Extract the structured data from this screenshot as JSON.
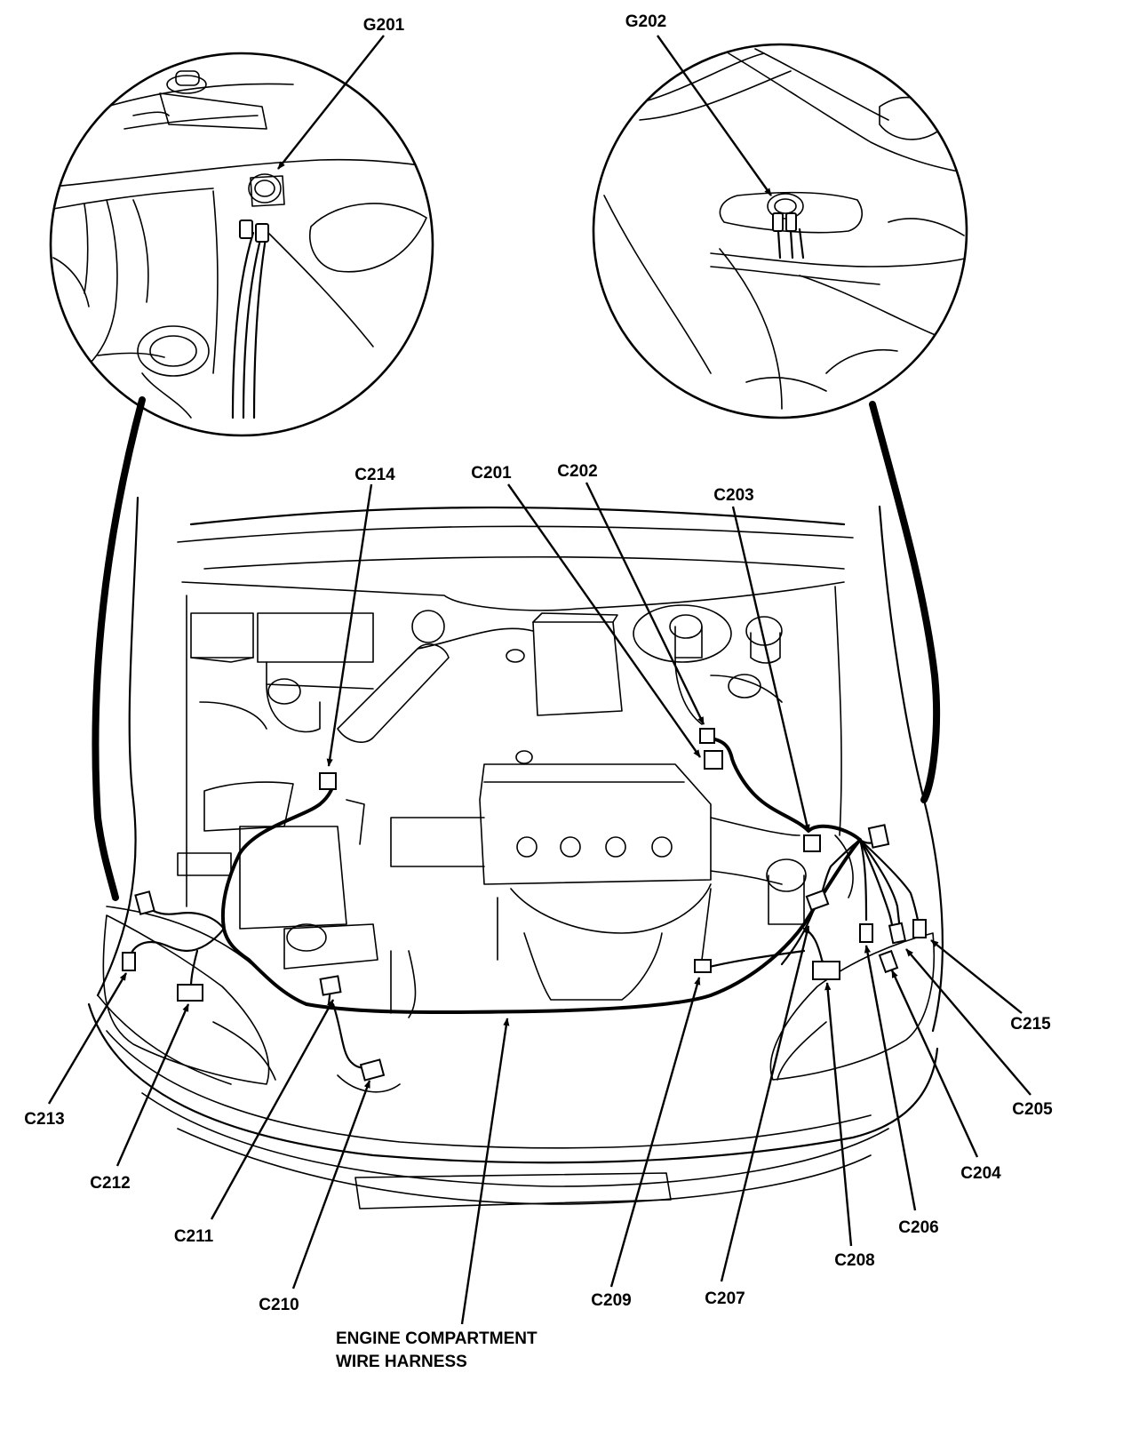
{
  "grounds": [
    {
      "id": "g201",
      "label": "G201"
    },
    {
      "id": "g202",
      "label": "G202"
    }
  ],
  "connectors": [
    {
      "id": "c201",
      "label": "C201"
    },
    {
      "id": "c202",
      "label": "C202"
    },
    {
      "id": "c203",
      "label": "C203"
    },
    {
      "id": "c204",
      "label": "C204"
    },
    {
      "id": "c205",
      "label": "C205"
    },
    {
      "id": "c206",
      "label": "C206"
    },
    {
      "id": "c207",
      "label": "C207"
    },
    {
      "id": "c208",
      "label": "C208"
    },
    {
      "id": "c209",
      "label": "C209"
    },
    {
      "id": "c210",
      "label": "C210"
    },
    {
      "id": "c211",
      "label": "C211"
    },
    {
      "id": "c212",
      "label": "C212"
    },
    {
      "id": "c213",
      "label": "C213"
    },
    {
      "id": "c214",
      "label": "C214"
    },
    {
      "id": "c215",
      "label": "C215"
    }
  ],
  "harness": {
    "caption_line1": "ENGINE COMPARTMENT",
    "caption_line2": "WIRE HARNESS"
  }
}
